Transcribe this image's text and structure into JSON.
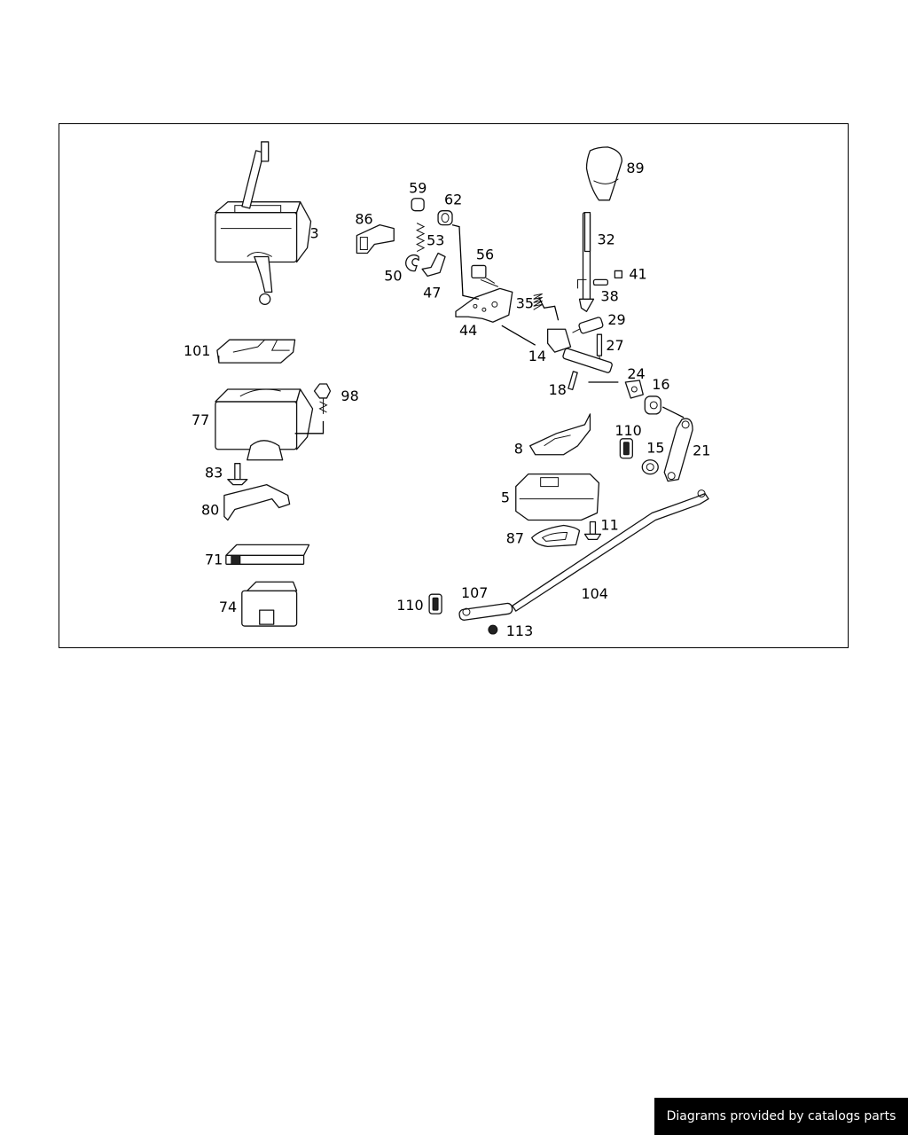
{
  "diagram": {
    "labels": {
      "l3": "3",
      "l86": "86",
      "l59": "59",
      "l62": "62",
      "l53": "53",
      "l56": "56",
      "l50": "50",
      "l47": "47",
      "l44": "44",
      "l89": "89",
      "l32": "32",
      "l41": "41",
      "l38": "38",
      "l35": "35",
      "l29": "29",
      "l27": "27",
      "l14": "14",
      "l18": "18",
      "l24": "24",
      "l16": "16",
      "l101": "101",
      "l98": "98",
      "l77": "77",
      "l110a": "110",
      "l15": "15",
      "l21": "21",
      "l8": "8",
      "l83": "83",
      "l5": "5",
      "l80": "80",
      "l87": "87",
      "l11": "11",
      "l71": "71",
      "l104": "104",
      "l74": "74",
      "l110b": "110",
      "l107": "107",
      "l113": "113"
    }
  },
  "footer": {
    "text": "Diagrams provided by catalogs parts"
  }
}
